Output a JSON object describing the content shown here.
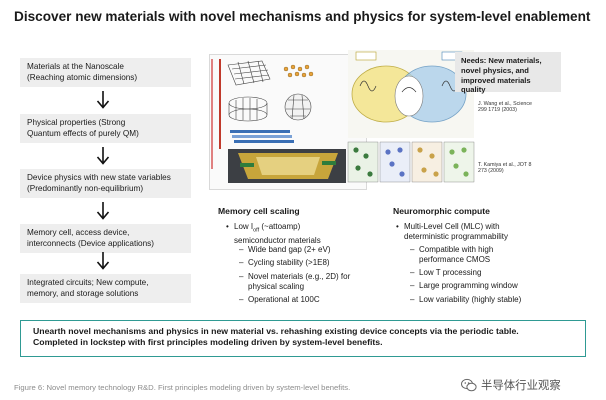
{
  "title": "Discover new materials with novel mechanisms and physics for system-level enablement",
  "flow_steps": [
    {
      "lines": [
        "Materials at the Nanoscale",
        "(Reaching atomic dimensions)"
      ]
    },
    {
      "lines": [
        "Physical properties (Strong",
        "Quantum effects of purely QM)"
      ]
    },
    {
      "lines": [
        "Device physics with new state variables",
        "(Predominantly non-equilibrium)"
      ]
    },
    {
      "lines": [
        "Memory cell, access device,",
        "interconnects (Device applications)"
      ]
    },
    {
      "lines": [
        "Integrated circuits; New compute,",
        "memory, and storage solutions"
      ]
    }
  ],
  "needs_box": {
    "lines": [
      "Needs: New materials,",
      "novel physics, and",
      "improved materials quality"
    ]
  },
  "citations": {
    "wang": [
      "J. Wang et al., Science",
      "299 1719 (2003)"
    ],
    "kamiya": [
      "T. Kamiya et al., JOT 8",
      "273 (2009)"
    ]
  },
  "memory_cell": {
    "heading": "Memory cell scaling",
    "bullet": [
      "Low I",
      "off",
      " (~attoamp)"
    ],
    "bullet_line2": "semiconductor materials",
    "subs": [
      [
        "Wide band gap (2+ eV)"
      ],
      [
        "Cycling stability (>1E8)"
      ],
      [
        "Novel materials (e.g., 2D) for",
        "physical scaling"
      ],
      [
        "Operational at 100C"
      ]
    ]
  },
  "neuromorphic": {
    "heading": "Neuromorphic compute",
    "bullet": [
      "Multi-Level Cell (MLC) with",
      "deterministic programmability"
    ],
    "subs": [
      [
        "Compatible with high",
        "performance CMOS"
      ],
      [
        "Low T processing"
      ],
      [
        "Large programming window"
      ],
      [
        "Low variability (highly stable)"
      ]
    ]
  },
  "bottom_box": {
    "line1": "Unearth novel mechanisms and physics in new material vs. rehashing existing device concepts via the periodic table.",
    "line2": "Completed in lockstep with first principles modeling driven by system-level benefits."
  },
  "caption": "Figure 6: Novel memory technology R&D. First principles modeling driven by system-level benefits.",
  "watermark": "半导体行业观察",
  "colors": {
    "accent": "#2f9a93",
    "box": "#eeeeee",
    "caption": "#8c8c8c"
  }
}
